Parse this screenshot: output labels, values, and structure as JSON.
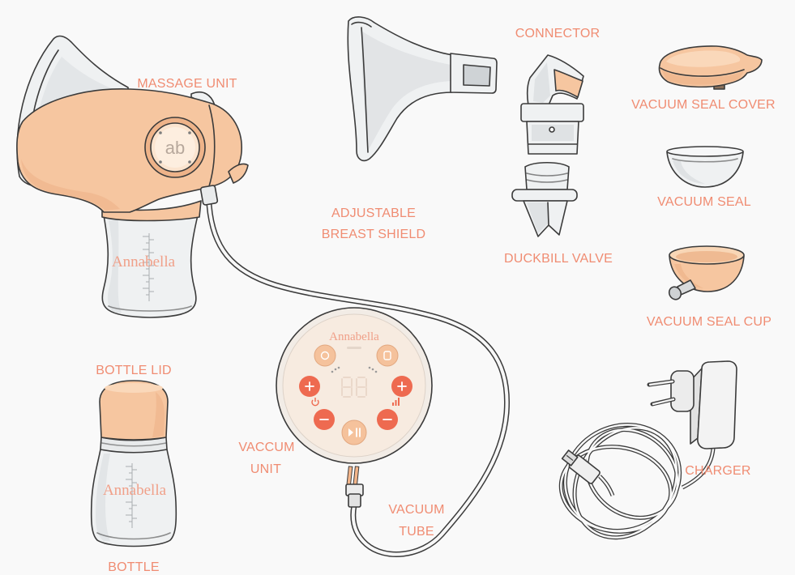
{
  "labels": {
    "massage_unit": "MASSAGE UNIT",
    "connector": "CONNECTOR",
    "vacuum_seal_cover": "VACUUM SEAL COVER",
    "adjustable_breast_shield": [
      "ADJUSTABLE",
      "BREAST SHIELD"
    ],
    "vacuum_seal": "VACUUM SEAL",
    "duckbill_valve": "DUCKBILL VALVE",
    "vacuum_seal_cup": "VACUUM SEAL CUP",
    "bottle_lid": "BOTTLE LID",
    "vaccum_unit": [
      "VACCUM",
      "UNIT"
    ],
    "vacuum_tube": [
      "VACUUM",
      "TUBE"
    ],
    "charger": "CHARGER",
    "bottle": "BOTTLE"
  },
  "brand": {
    "name": "Annabella",
    "monogram": "ab"
  },
  "colors": {
    "background": "#f9f9f9",
    "label": "#f08c72",
    "peach": "#f6c6a0",
    "accent_button": "#ee6a50",
    "outline": "#3b3b3b"
  }
}
